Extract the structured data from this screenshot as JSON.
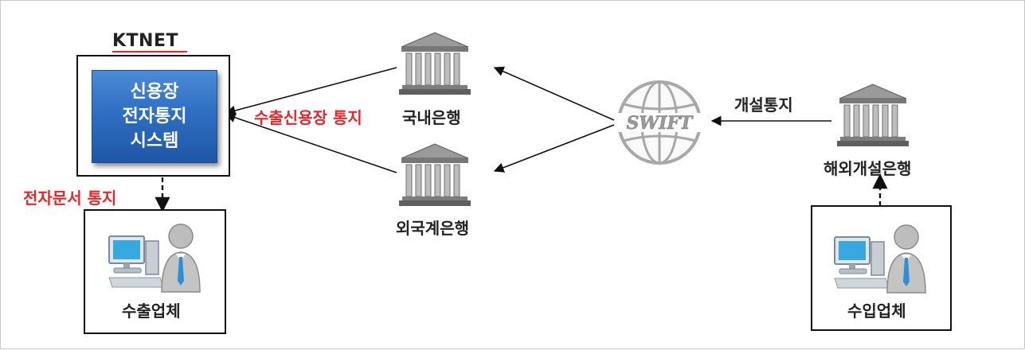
{
  "ktnet": {
    "title": "KTNET",
    "system_label_lines": [
      "신용장",
      "전자통지",
      "시스템"
    ]
  },
  "banks": {
    "domestic": "국내은행",
    "foreign": "외국계은행",
    "overseas_opening": "해외개설은행"
  },
  "network": {
    "swift": "SWIFT"
  },
  "companies": {
    "exporter": "수출업체",
    "importer": "수입업체"
  },
  "flows": {
    "export_lc_notice": "수출신용장 통지",
    "electronic_doc_notice": "전자문서 통지",
    "opening_notice": "개설통지"
  },
  "colors": {
    "accent_red": "#e8262a",
    "system_blue": "#2f6fc3",
    "bank_gray": "#8a8a8a"
  }
}
